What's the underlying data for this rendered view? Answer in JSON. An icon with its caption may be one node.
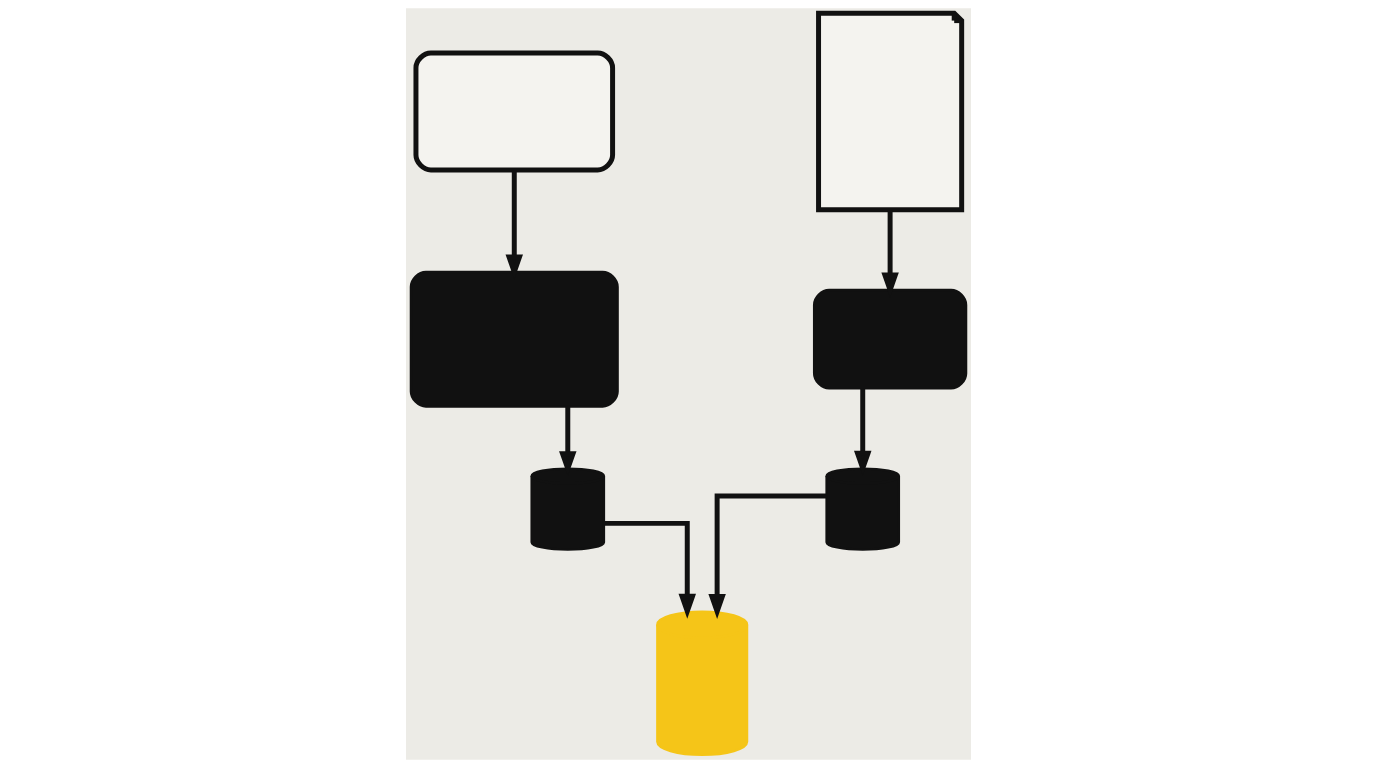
{
  "diagram": {
    "nodes": [
      {
        "text": [],
        "shape": "box"
      },
      {
        "text": [],
        "shape": "picture"
      },
      {
        "text": [],
        "shape": "box"
      },
      {
        "text": [],
        "shape": "box"
      },
      {
        "text": [],
        "shape": "cylinder"
      },
      {
        "text": [],
        "shape": "cylinder"
      },
      {
        "text": [],
        "shape": "cylinder"
      }
    ],
    "edges": [
      {
        "from": 0,
        "to": 2,
        "arrow": "to"
      },
      {
        "from": 1,
        "to": 3,
        "arrow": "to"
      },
      {
        "from": 2,
        "to": 4,
        "arrow": "to"
      },
      {
        "from": 3,
        "to": 5,
        "arrow": "to"
      },
      {
        "from": 4,
        "to": 6,
        "arrow": "to"
      },
      {
        "from": 5,
        "to": 6,
        "arrow": "to"
      }
    ]
  }
}
